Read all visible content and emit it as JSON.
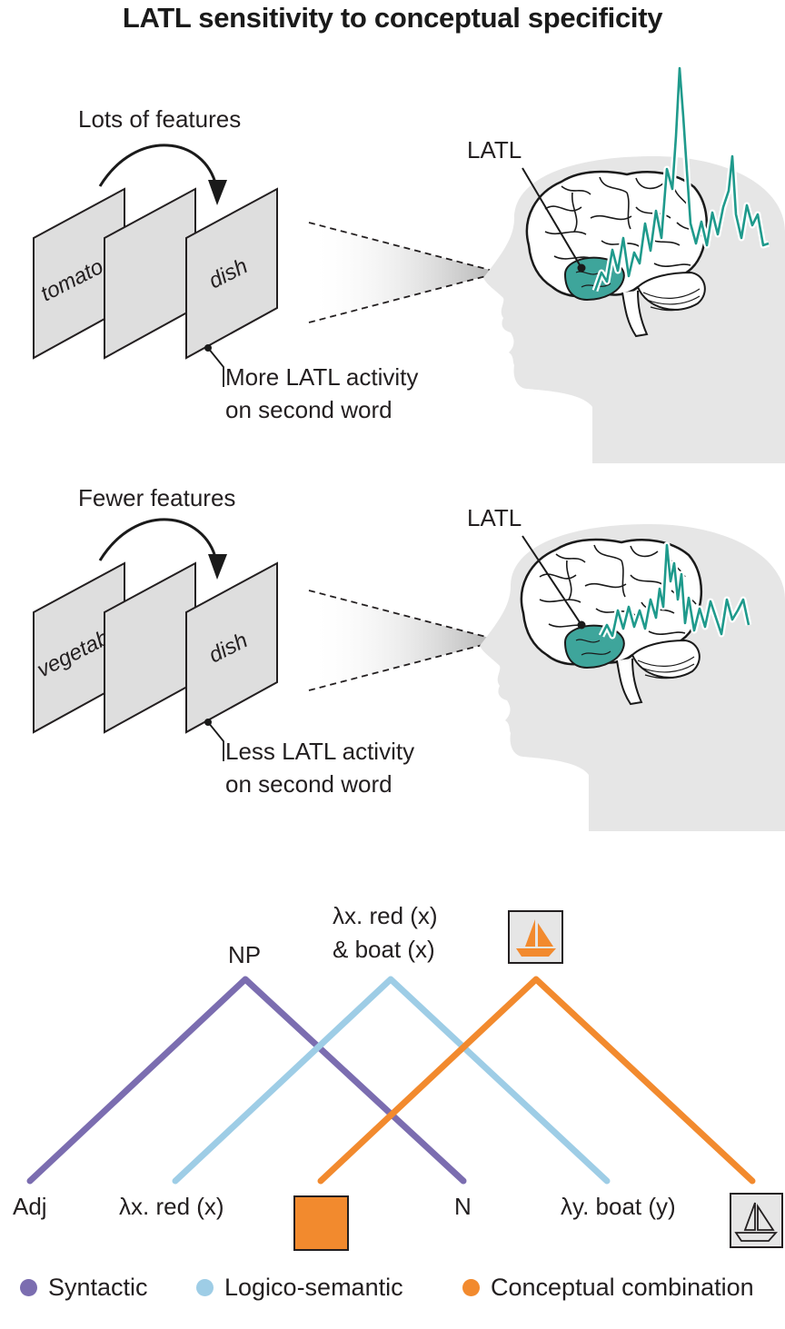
{
  "title": "LATL sensitivity to conceptual specificity",
  "panel_top": {
    "caption": "Lots of features",
    "first_word": "tomato",
    "second_word": "dish",
    "region_label": "LATL",
    "result_line1": "More LATL activity",
    "result_line2": "on second word"
  },
  "panel_bottom": {
    "caption": "Fewer features",
    "first_word": "vegetable",
    "second_word": "dish",
    "region_label": "LATL",
    "result_line1": "Less LATL activity",
    "result_line2": "on second word"
  },
  "tree": {
    "syntactic_root": "NP",
    "semantic_root_line1": "λx. red (x)",
    "semantic_root_line2": "& boat (x)",
    "leaf_adj": "Adj",
    "leaf_red": "λx. red (x)",
    "leaf_n": "N",
    "leaf_boat": "λy. boat (y)"
  },
  "legend": [
    {
      "label": "Syntactic",
      "color": "#7b6db0"
    },
    {
      "label": "Logico-semantic",
      "color": "#9ecde6"
    },
    {
      "label": "Conceptual combination",
      "color": "#f28a2e"
    }
  ],
  "colors": {
    "syntactic": "#7b6db0",
    "semantic": "#9ecde6",
    "conceptual": "#f28a2e",
    "latl_region": "#3ea59b",
    "activity_trace": "#1f9a8c",
    "card_fill": "#dedede",
    "head_fill": "#e6e6e6"
  }
}
